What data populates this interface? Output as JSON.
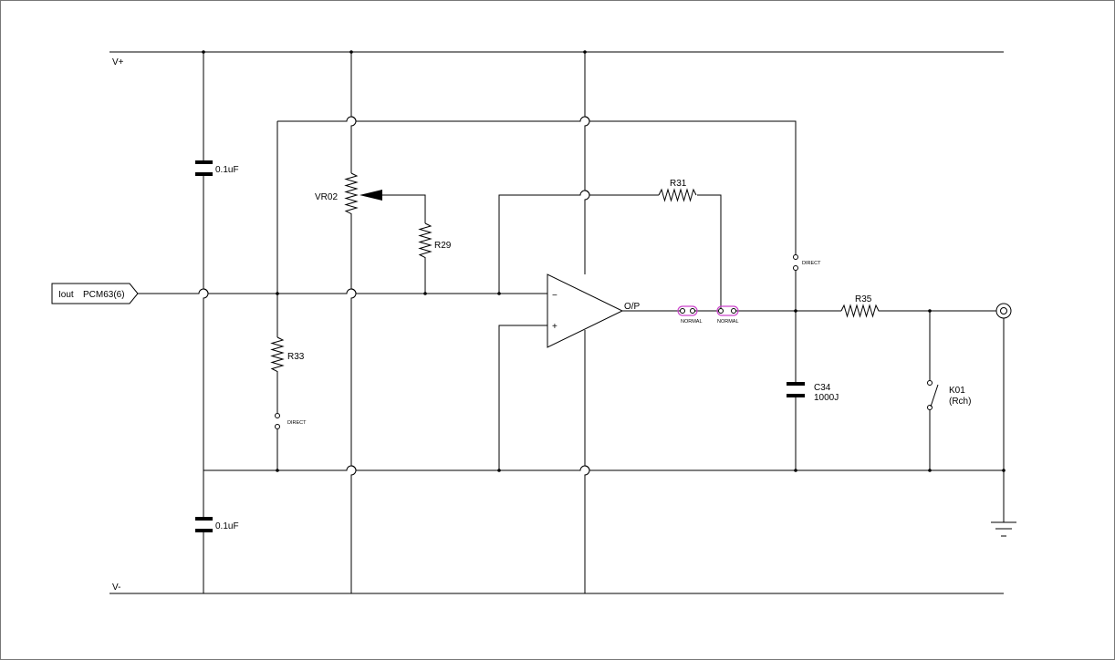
{
  "rails": {
    "positive": "V+",
    "negative": "V-"
  },
  "input": {
    "pin_label": "Iout",
    "chip_label": "PCM63(6)"
  },
  "components": {
    "c_top": "0.1uF",
    "c_bottom": "0.1uF",
    "vr02": "VR02",
    "r29": "R29",
    "r31": "R31",
    "r33": "R33",
    "r35": "R35",
    "c34_name": "C34",
    "c34_value": "1000J",
    "k01_name": "K01",
    "k01_channel": "(Rch)"
  },
  "opamp": {
    "minus": "−",
    "plus": "+",
    "output": "O/P"
  },
  "switches": {
    "direct_left": "DIRECT",
    "direct_right": "DIRECT",
    "normal_1": "NORMAL",
    "normal_2": "NORMAL"
  },
  "colors": {
    "background": "#ffffff",
    "wire": "#000000",
    "normal_switch": "#cc44cc"
  }
}
